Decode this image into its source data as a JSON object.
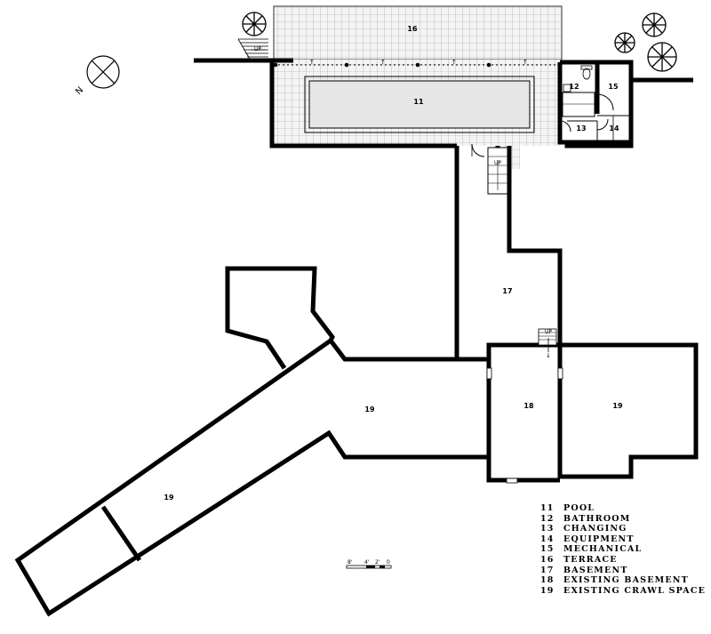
{
  "rooms": {
    "pool": "11",
    "bathroom": "12",
    "changing": "13",
    "equipment": "14",
    "mechanical": "15",
    "terrace": "16",
    "basement": "17",
    "existing_basement": "18",
    "crawl_left": "19",
    "crawl_center": "19",
    "crawl_right": "19"
  },
  "stair_labels": {
    "pool_stair": "UP",
    "basement_stair": "UP",
    "terrace_stair": "UP"
  },
  "compass_label": "N",
  "scale_labels": [
    "8'",
    "4'",
    "2'",
    "0"
  ],
  "legend": [
    {
      "num": "11",
      "label": "POOL"
    },
    {
      "num": "12",
      "label": "BATHROOM"
    },
    {
      "num": "13",
      "label": "CHANGING"
    },
    {
      "num": "14",
      "label": "EQUIPMENT"
    },
    {
      "num": "15",
      "label": "MECHANICAL"
    },
    {
      "num": "16",
      "label": "TERRACE"
    },
    {
      "num": "17",
      "label": "BASEMENT"
    },
    {
      "num": "18",
      "label": "EXISTING BASEMENT"
    },
    {
      "num": "19",
      "label": "EXISTING CRAWL SPACE"
    }
  ],
  "colors": {
    "line": "#000000",
    "pool_fill": "#e6e6e6",
    "terrace_fill": "#f2f2f2",
    "background": "#ffffff"
  }
}
